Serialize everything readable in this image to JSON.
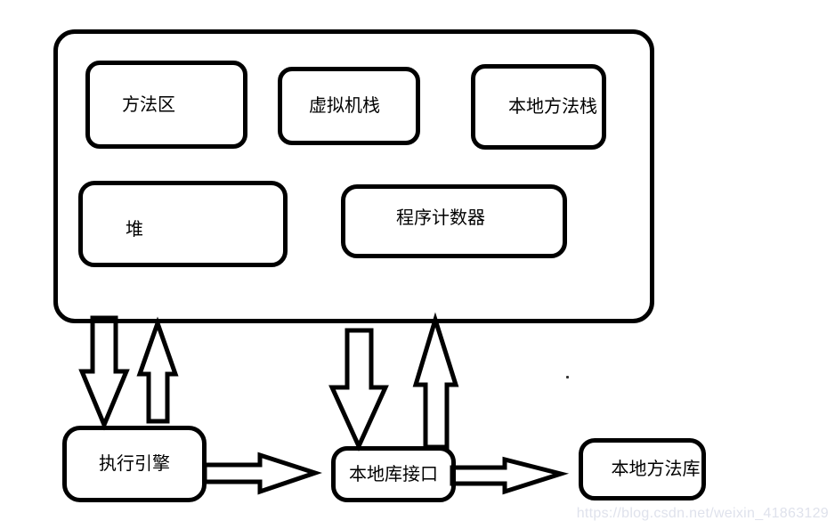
{
  "diagram": {
    "runtime_area": {
      "method_area": "方法区",
      "vm_stack": "虚拟机栈",
      "native_method_stack": "本地方法栈",
      "heap": "堆",
      "program_counter": "程序计数器"
    },
    "engine_row": {
      "execution_engine": "执行引擎",
      "native_interface": "本地库接口",
      "native_library": "本地方法库"
    },
    "arrows": [
      "arrow-runtime-to-engine-down",
      "arrow-engine-to-runtime-up",
      "arrow-runtime-to-interface-down",
      "arrow-interface-to-runtime-up",
      "arrow-engine-to-interface-right",
      "arrow-interface-to-library-right"
    ],
    "colors": {
      "stroke": "#000000",
      "background": "#ffffff",
      "watermark": "#dfe2ec"
    }
  },
  "watermark": "https://blog.csdn.net/weixin_41863129"
}
